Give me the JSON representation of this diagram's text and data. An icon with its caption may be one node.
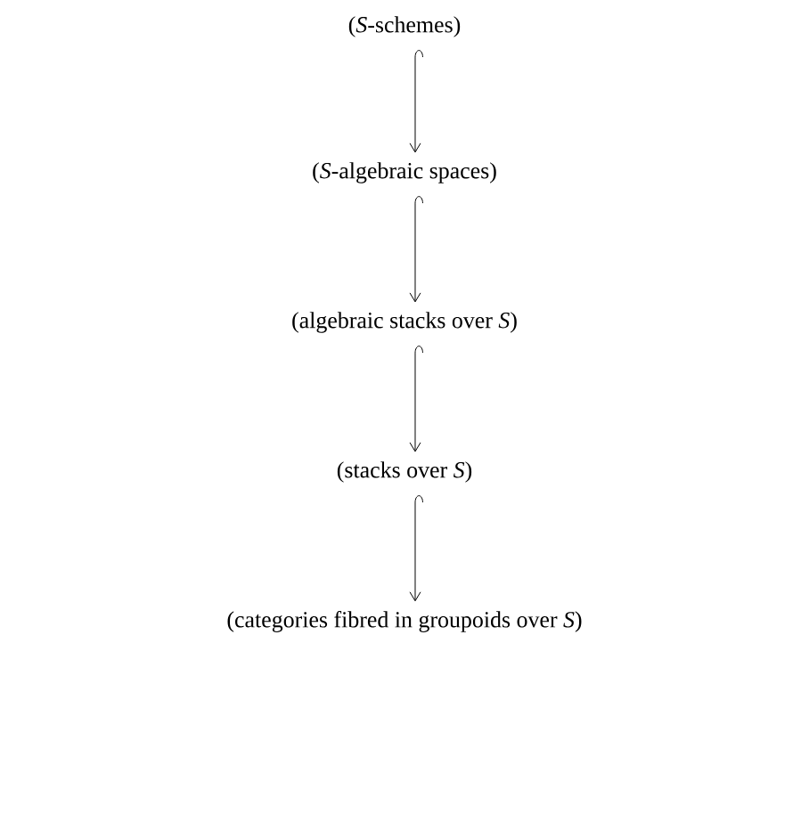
{
  "diagram": {
    "nodes": [
      {
        "text": [
          "(*S*-schemes)"
        ]
      },
      {
        "text": [
          "(*S*-algebraic spaces)"
        ]
      },
      {
        "text": [
          "(algebraic stacks over *S*)"
        ]
      },
      {
        "text": [
          "(stacks over *S*)"
        ]
      },
      {
        "text": [
          "(categories fibred in groupoids over *S*)"
        ]
      }
    ],
    "edges": [
      {
        "from": 0,
        "to": 1,
        "arrow": "to"
      },
      {
        "from": 1,
        "to": 2,
        "arrow": "to"
      },
      {
        "from": 2,
        "to": 3,
        "arrow": "to"
      },
      {
        "from": 3,
        "to": 4,
        "arrow": "to"
      }
    ]
  }
}
